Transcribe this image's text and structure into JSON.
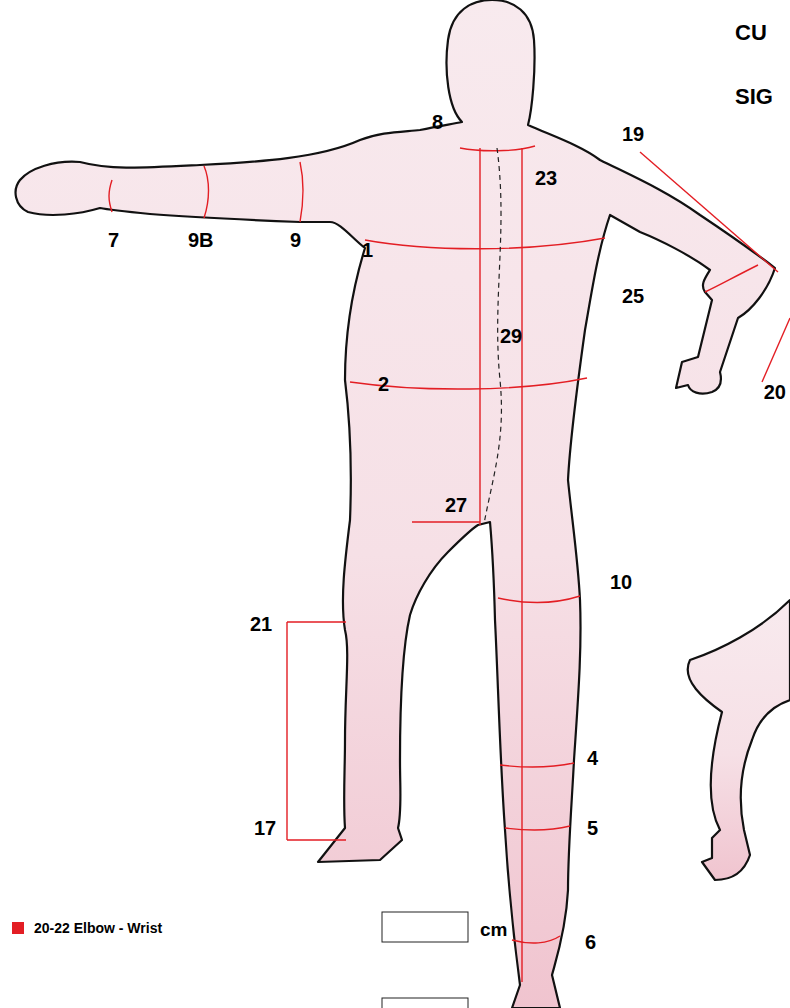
{
  "diagram": {
    "labels": [
      "CU",
      "SIG",
      "8",
      "19",
      "23",
      "7",
      "9B",
      "9",
      "1",
      "25",
      "29",
      "2",
      "20",
      "27",
      "10",
      "21",
      "4",
      "17",
      "5",
      "6",
      "cm"
    ],
    "legend": [
      {
        "text": "20-22 Elbow - Wrist",
        "color": "#e31e24"
      }
    ]
  }
}
